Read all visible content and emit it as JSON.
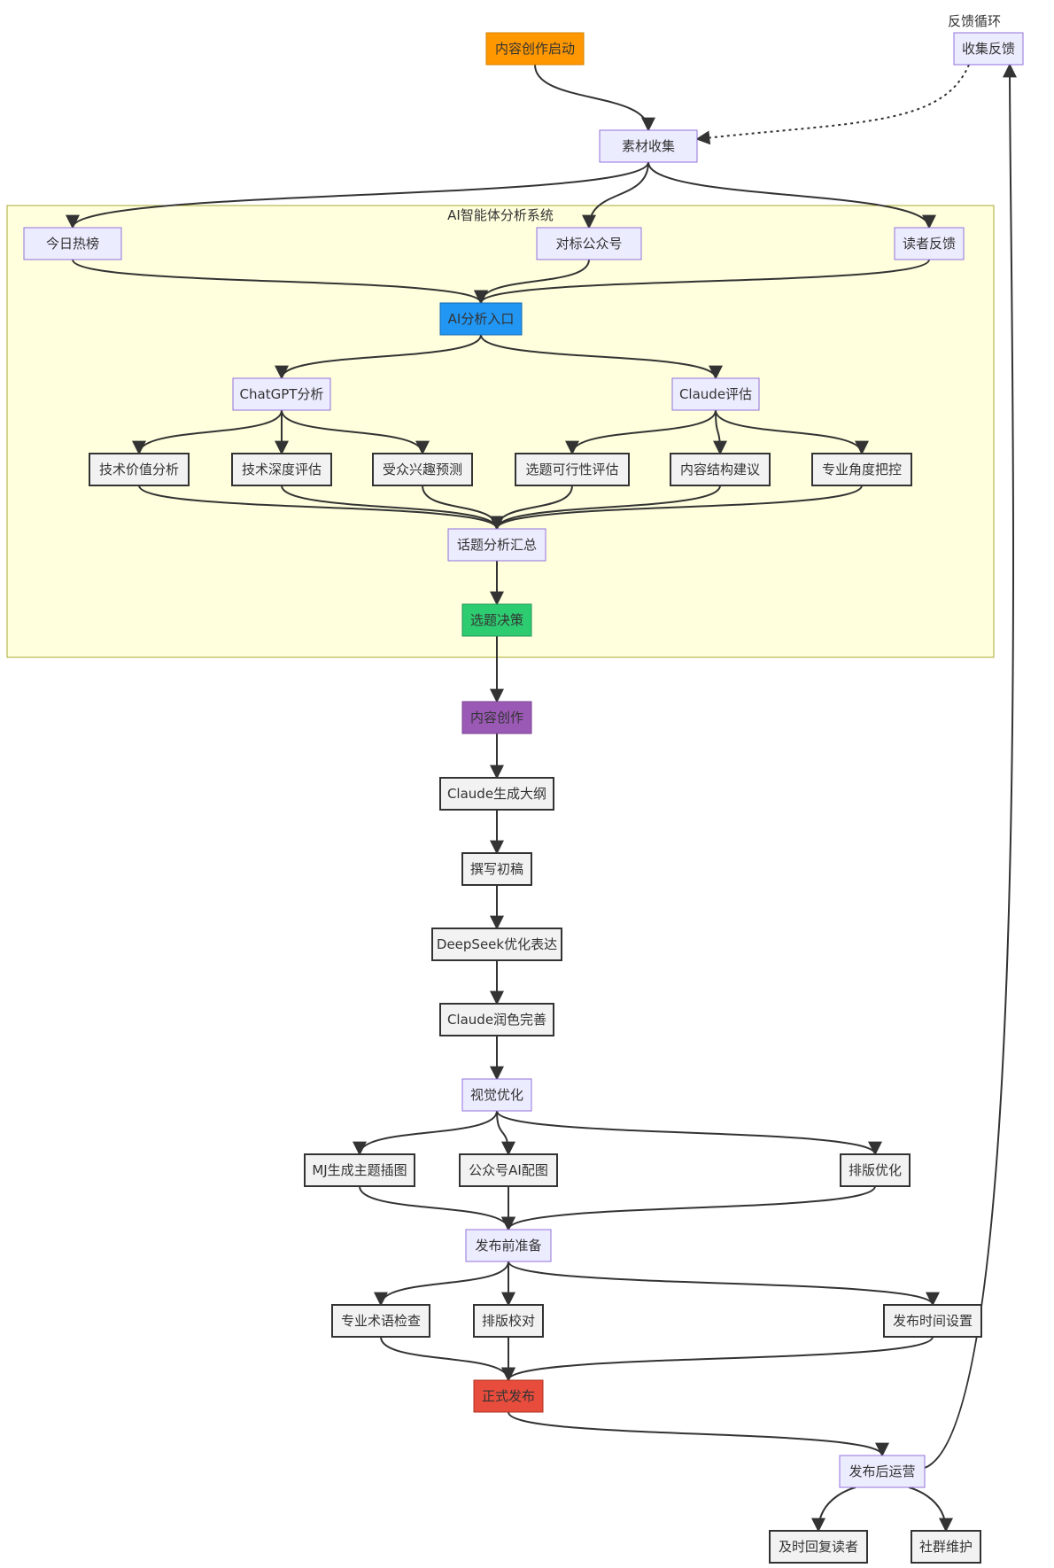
{
  "colors": {
    "default_fill": "#ECECFF",
    "default_stroke": "#9370DB",
    "task_fill": "#F2F2F2",
    "task_stroke": "#333333",
    "start_fill": "#FF9800",
    "ai_fill": "#2196F3",
    "decision_fill": "#2ECC71",
    "create_fill": "#9B59B6",
    "publish_fill": "#E74C3C",
    "cluster_fill": "#FFFFDE",
    "cluster_stroke": "#AAAA33",
    "edge": "#333333"
  },
  "clusters": {
    "ai": {
      "label": "AI智能体分析系统"
    },
    "feedback": {
      "label": "反馈循环"
    }
  },
  "nodes": {
    "start": {
      "label": "内容创作启动",
      "kind": "start"
    },
    "collect": {
      "label": "素材收集",
      "kind": "default"
    },
    "hot": {
      "label": "今日热榜",
      "kind": "default"
    },
    "bench": {
      "label": "对标公众号",
      "kind": "default"
    },
    "readerfb": {
      "label": "读者反馈",
      "kind": "default"
    },
    "aientry": {
      "label": "AI分析入口",
      "kind": "ai"
    },
    "gpt": {
      "label": "ChatGPT分析",
      "kind": "default"
    },
    "claude_eval": {
      "label": "Claude评估",
      "kind": "default"
    },
    "tech_value": {
      "label": "技术价值分析",
      "kind": "task"
    },
    "tech_depth": {
      "label": "技术深度评估",
      "kind": "task"
    },
    "audience": {
      "label": "受众兴趣预测",
      "kind": "task"
    },
    "feasible": {
      "label": "选题可行性评估",
      "kind": "task"
    },
    "structure": {
      "label": "内容结构建议",
      "kind": "task"
    },
    "angle": {
      "label": "专业角度把控",
      "kind": "task"
    },
    "summary": {
      "label": "话题分析汇总",
      "kind": "default"
    },
    "decision": {
      "label": "选题决策",
      "kind": "decision"
    },
    "create": {
      "label": "内容创作",
      "kind": "create"
    },
    "outline": {
      "label": "Claude生成大纲",
      "kind": "task"
    },
    "draft": {
      "label": "撰写初稿",
      "kind": "task"
    },
    "deepseek": {
      "label": "DeepSeek优化表达",
      "kind": "task"
    },
    "polish": {
      "label": "Claude润色完善",
      "kind": "task"
    },
    "visual": {
      "label": "视觉优化",
      "kind": "default"
    },
    "mj": {
      "label": "MJ生成主题插图",
      "kind": "task"
    },
    "aiimg": {
      "label": "公众号AI配图",
      "kind": "task"
    },
    "layout": {
      "label": "排版优化",
      "kind": "task"
    },
    "prepub": {
      "label": "发布前准备",
      "kind": "default"
    },
    "terms": {
      "label": "专业术语检查",
      "kind": "task"
    },
    "proof": {
      "label": "排版校对",
      "kind": "task"
    },
    "schedule": {
      "label": "发布时间设置",
      "kind": "task"
    },
    "publish": {
      "label": "正式发布",
      "kind": "publish"
    },
    "ops": {
      "label": "发布后运营",
      "kind": "default"
    },
    "reply": {
      "label": "及时回复读者",
      "kind": "task"
    },
    "community": {
      "label": "社群维护",
      "kind": "task"
    },
    "feedback": {
      "label": "收集反馈",
      "kind": "default"
    }
  },
  "edges": [
    {
      "from": "start",
      "to": "collect"
    },
    {
      "from": "collect",
      "to": "hot"
    },
    {
      "from": "collect",
      "to": "bench"
    },
    {
      "from": "collect",
      "to": "readerfb"
    },
    {
      "from": "hot",
      "to": "aientry"
    },
    {
      "from": "bench",
      "to": "aientry"
    },
    {
      "from": "readerfb",
      "to": "aientry"
    },
    {
      "from": "aientry",
      "to": "gpt"
    },
    {
      "from": "aientry",
      "to": "claude_eval"
    },
    {
      "from": "gpt",
      "to": "tech_value"
    },
    {
      "from": "gpt",
      "to": "tech_depth"
    },
    {
      "from": "gpt",
      "to": "audience"
    },
    {
      "from": "claude_eval",
      "to": "feasible"
    },
    {
      "from": "claude_eval",
      "to": "structure"
    },
    {
      "from": "claude_eval",
      "to": "angle"
    },
    {
      "from": "tech_value",
      "to": "summary"
    },
    {
      "from": "tech_depth",
      "to": "summary"
    },
    {
      "from": "audience",
      "to": "summary"
    },
    {
      "from": "feasible",
      "to": "summary"
    },
    {
      "from": "structure",
      "to": "summary"
    },
    {
      "from": "angle",
      "to": "summary"
    },
    {
      "from": "summary",
      "to": "decision"
    },
    {
      "from": "decision",
      "to": "create"
    },
    {
      "from": "create",
      "to": "outline"
    },
    {
      "from": "outline",
      "to": "draft"
    },
    {
      "from": "draft",
      "to": "deepseek"
    },
    {
      "from": "deepseek",
      "to": "polish"
    },
    {
      "from": "polish",
      "to": "visual"
    },
    {
      "from": "visual",
      "to": "mj"
    },
    {
      "from": "visual",
      "to": "aiimg"
    },
    {
      "from": "visual",
      "to": "layout"
    },
    {
      "from": "mj",
      "to": "prepub"
    },
    {
      "from": "aiimg",
      "to": "prepub"
    },
    {
      "from": "layout",
      "to": "prepub"
    },
    {
      "from": "prepub",
      "to": "terms"
    },
    {
      "from": "prepub",
      "to": "proof"
    },
    {
      "from": "prepub",
      "to": "schedule"
    },
    {
      "from": "terms",
      "to": "publish"
    },
    {
      "from": "proof",
      "to": "publish"
    },
    {
      "from": "schedule",
      "to": "publish"
    },
    {
      "from": "publish",
      "to": "ops"
    },
    {
      "from": "ops",
      "to": "reply"
    },
    {
      "from": "ops",
      "to": "community"
    },
    {
      "from": "ops",
      "to": "feedback"
    },
    {
      "from": "feedback",
      "to": "collect",
      "style": "dotted"
    }
  ]
}
